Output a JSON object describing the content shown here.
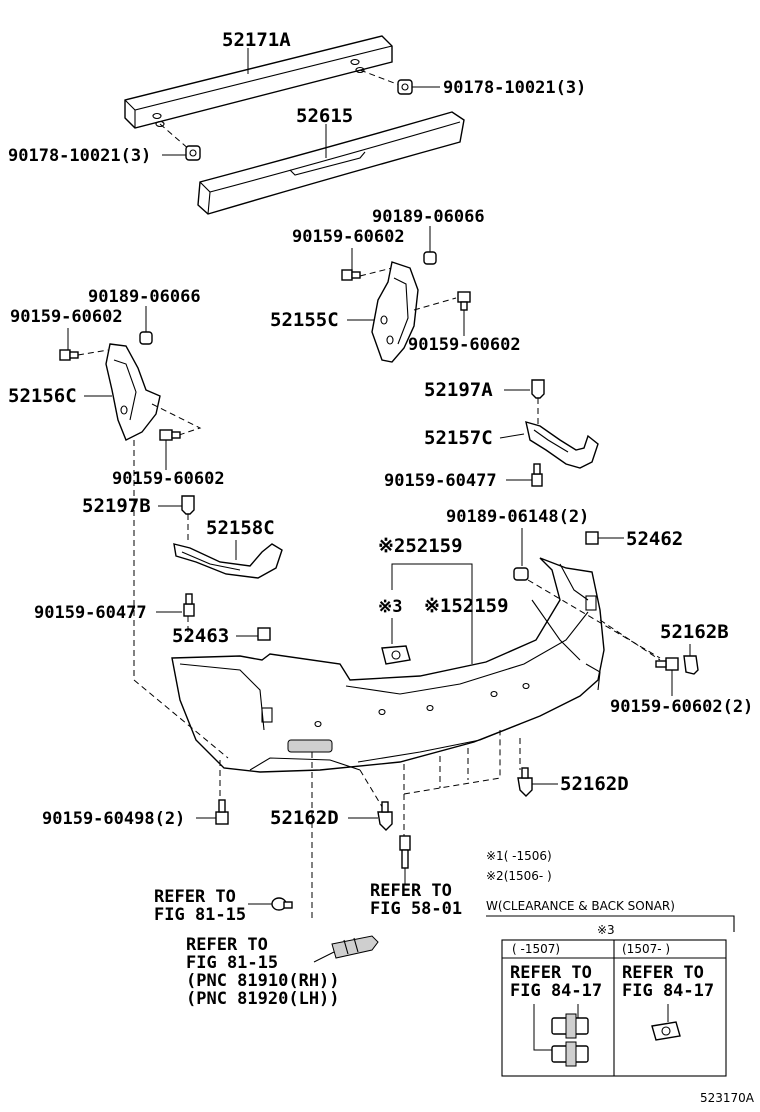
{
  "diagram_code": "523170A",
  "parts": {
    "reinforcement": "52171A",
    "absorber": "52615",
    "nut_upper_right": "90178-10021(3)",
    "nut_upper_left": "90178-10021(3)",
    "rh_bracket_clip_top": "90189-06066",
    "rh_bracket_bolt_top": "90159-60602",
    "rh_bracket": "52155C",
    "rh_bracket_bolt_right": "90159-60602",
    "lh_bracket_clip_top": "90189-06066",
    "lh_bracket_bolt_top": "90159-60602",
    "lh_bracket": "52156C",
    "lh_bracket_bolt_bottom": "90159-60602",
    "rh_side_clip": "52197A",
    "rh_side_retainer": "52157C",
    "rh_side_screw": "90159-60477",
    "lh_side_clip": "52197B",
    "lh_side_retainer": "52158C",
    "lh_side_screw": "90159-60477",
    "bumper_clip_right": "90189-06148(2)",
    "cover_marked_2": "※252159",
    "cover_marked_1": "※152159",
    "marker_3": "※3",
    "pad_right": "52462",
    "pad_left": "52463",
    "cap_right": "52162B",
    "screw_right": "90159-60602(2)",
    "lower_screw_left": "90159-60498(2)",
    "clip_lower_center": "52162D",
    "clip_lower_right": "52162D"
  },
  "refs": {
    "ref1_line1": "REFER TO",
    "ref1_line2": "FIG 81-15",
    "ref2_line1": "REFER TO",
    "ref2_line2": "FIG 58-01",
    "ref3_line1": "REFER TO",
    "ref3_line2": "FIG 81-15",
    "ref3_line3": "(PNC 81910(RH))",
    "ref3_line4": "(PNC 81920(LH))"
  },
  "notes": {
    "note1": "※1(     -1506)",
    "note2": "※2(1506-     )"
  },
  "sonar_table": {
    "title": "W(CLEARANCE & BACK SONAR)",
    "marker": "※3",
    "col1_header": "(     -1507)",
    "col2_header": "(1507-     )",
    "col1_line1": "REFER TO",
    "col1_line2": "FIG 84-17",
    "col2_line1": "REFER TO",
    "col2_line2": "FIG 84-17"
  }
}
